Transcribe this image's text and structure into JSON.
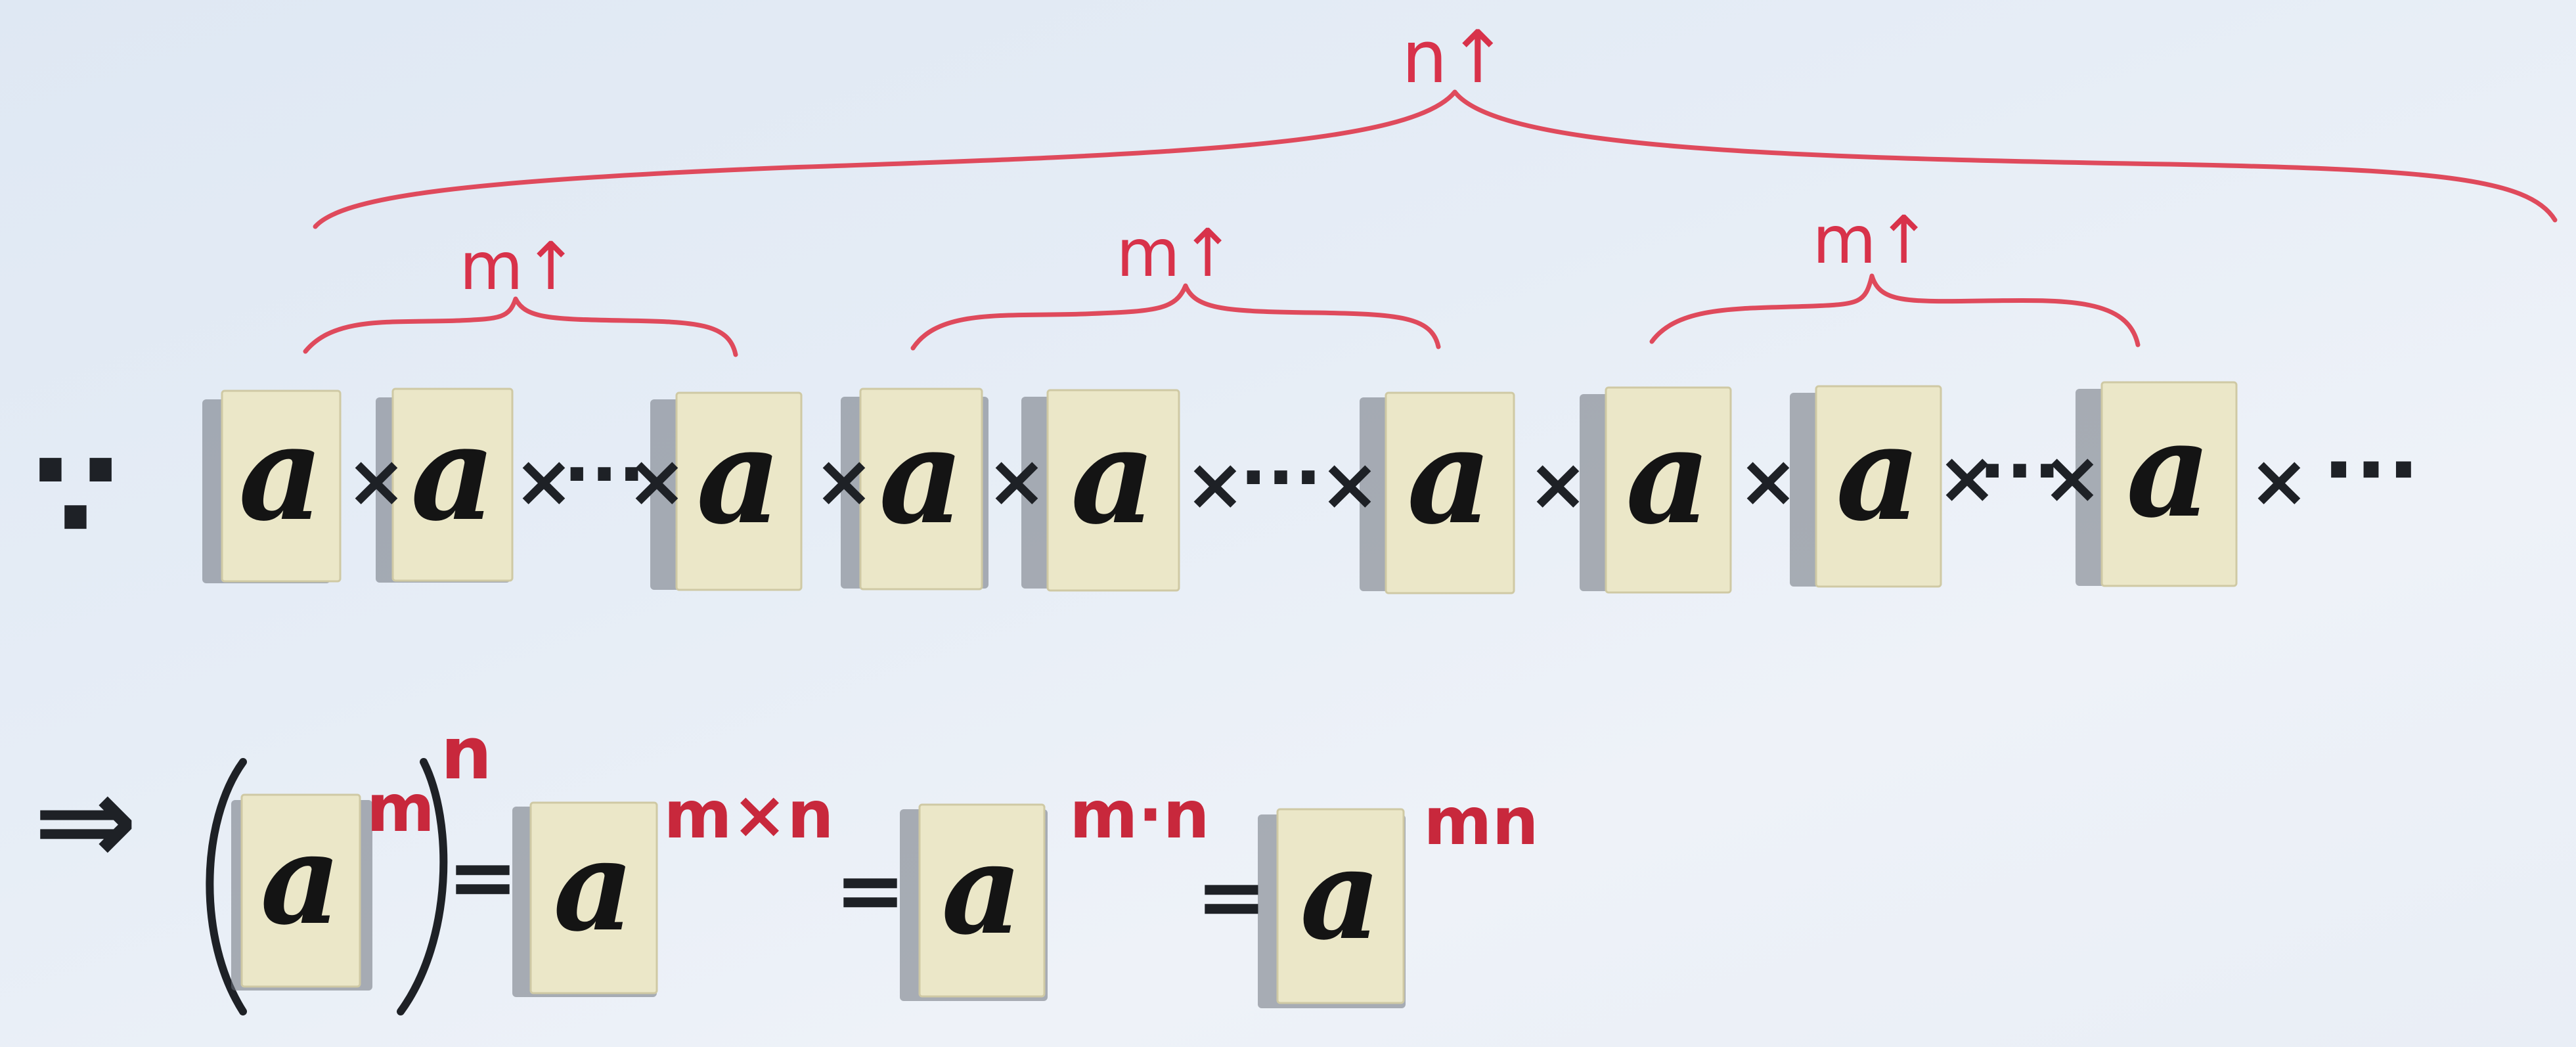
{
  "tile_letter": "a",
  "times": "×",
  "ellipsis": "···",
  "therefore_dots": "∵",
  "implies": "⇒",
  "braces": {
    "outer_label": "n↑",
    "group_label": "m↑"
  },
  "formula": {
    "power_outer": "n",
    "power_inner": "m",
    "equals": "=",
    "exp_1": "m×n",
    "exp_2": "m·n",
    "exp_3": "mn"
  },
  "colors": {
    "ink_red": "#df4a5c",
    "tile": "#ebe7c8",
    "paper": "#e6edf6"
  }
}
